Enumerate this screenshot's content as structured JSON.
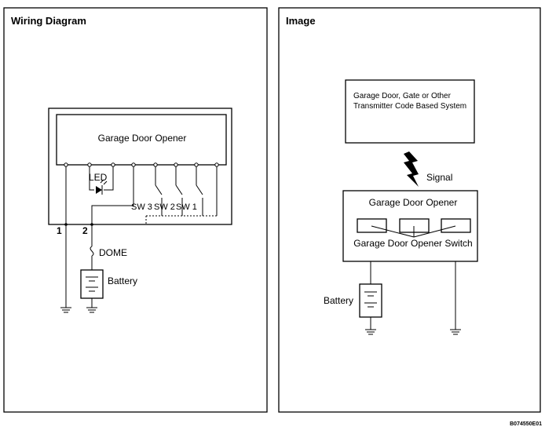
{
  "left_panel": {
    "title": "Wiring Diagram",
    "module_label": "Garage Door Opener",
    "led_label": "LED",
    "switches": [
      "SW 3",
      "SW 2",
      "SW 1"
    ],
    "terminal_1": "1",
    "terminal_2": "2",
    "fuse_label": "DOME",
    "battery_label": "Battery"
  },
  "right_panel": {
    "title": "Image",
    "system_box_line1": "Garage Door, Gate or Other",
    "system_box_line2": "Transmitter Code Based System",
    "signal_label": "Signal",
    "module_label": "Garage Door Opener",
    "switch_label": "Garage Door Opener Switch",
    "battery_label": "Battery"
  },
  "figure_code": "B074550E01"
}
